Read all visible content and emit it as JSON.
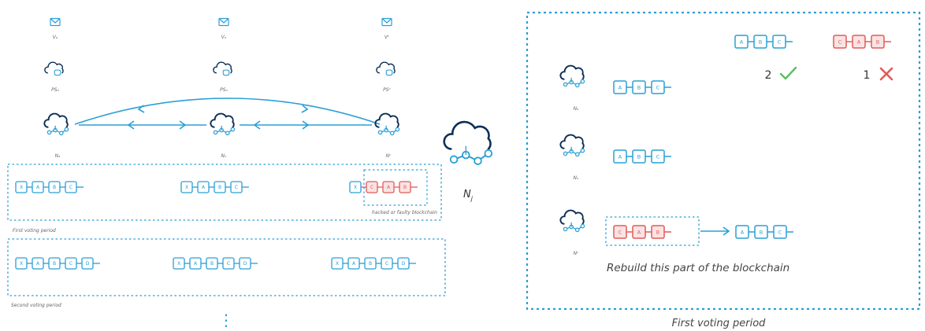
{
  "colors": {
    "blue": "#2a9fd6",
    "navy": "#0c2f55",
    "red": "#e25a5a",
    "check": "#5cbf60"
  },
  "left": {
    "votes": [
      {
        "label": "Vₐ",
        "icon": "envelope-icon"
      },
      {
        "label": "Vₙ",
        "icon": "envelope-icon"
      },
      {
        "label": "Vᶜ",
        "icon": "envelope-icon"
      }
    ],
    "polling_stations": [
      {
        "label": "PSₐ",
        "icon": "database-cloud-icon"
      },
      {
        "label": "PSₙ",
        "icon": "database-cloud-icon"
      },
      {
        "label": "PSᶜ",
        "icon": "database-cloud-icon"
      }
    ],
    "nodes": [
      {
        "label": "Nₐ",
        "icon": "cloud-network-icon"
      },
      {
        "label": "Nₙ",
        "icon": "cloud-network-icon"
      },
      {
        "label": "Nᶜ",
        "icon": "cloud-network-icon"
      }
    ],
    "period1": {
      "label": "First voting period",
      "chains": [
        [
          "X",
          "A",
          "B",
          "C"
        ],
        [
          "X",
          "A",
          "B",
          "C"
        ],
        [
          "X",
          "C",
          "A",
          "B"
        ]
      ],
      "faulty_label": "hacked or faulty blockchain"
    },
    "period2": {
      "label": "Second voting period",
      "chains": [
        [
          "X",
          "A",
          "B",
          "C",
          "D"
        ],
        [
          "X",
          "A",
          "B",
          "C",
          "D"
        ],
        [
          "X",
          "A",
          "B",
          "C",
          "D"
        ]
      ]
    },
    "ellipsis": "⋮"
  },
  "center": {
    "node_label": "N",
    "node_sub": "j",
    "icon": "cloud-network-icon"
  },
  "right": {
    "tally": [
      {
        "chain": [
          "A",
          "B",
          "C"
        ],
        "count": "2",
        "mark": "check-icon",
        "color": "blue"
      },
      {
        "chain": [
          "C",
          "A",
          "B"
        ],
        "count": "1",
        "mark": "cross-icon",
        "color": "red"
      }
    ],
    "nodes": [
      {
        "label": "Nₐ",
        "chain": [
          "A",
          "B",
          "C"
        ]
      },
      {
        "label": "Nₙ",
        "chain": [
          "A",
          "B",
          "C"
        ]
      },
      {
        "label": "Nᶜ",
        "chain": [
          "C",
          "A",
          "B"
        ],
        "rebuilt_chain": [
          "A",
          "B",
          "C"
        ]
      }
    ],
    "rebuild_text": "Rebuild this part of the blockchain",
    "caption": "First voting period"
  }
}
